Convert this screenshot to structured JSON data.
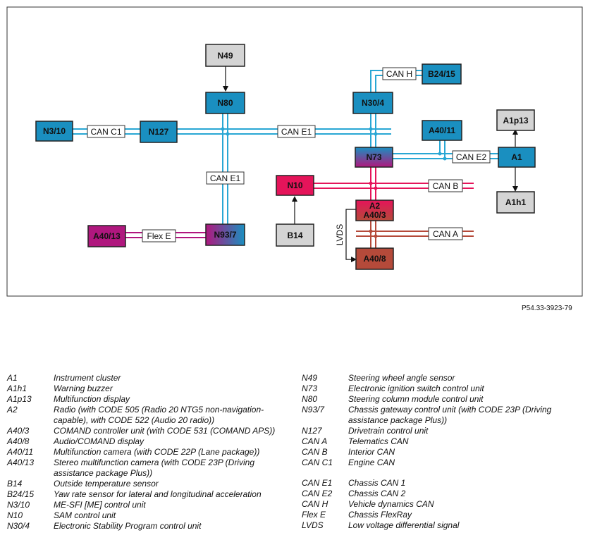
{
  "nodes": {
    "n49": "N49",
    "n80": "N80",
    "n3_10": "N3/10",
    "n127": "N127",
    "n93_7": "N93/7",
    "a40_13": "A40/13",
    "b14": "B14",
    "n10": "N10",
    "n30_4": "N30/4",
    "b24_15": "B24/15",
    "a40_11": "A40/11",
    "n73": "N73",
    "a1": "A1",
    "a1p13": "A1p13",
    "a1h1": "A1h1",
    "a2_line1": "A2",
    "a2_line2": "A40/3",
    "a40_8": "A40/8"
  },
  "buses": {
    "can_c1": "CAN C1",
    "can_e1_h": "CAN E1",
    "can_e1_v": "CAN E1",
    "flex_e": "Flex E",
    "can_h": "CAN H",
    "can_e2": "CAN E2",
    "can_b": "CAN B",
    "can_a": "CAN A",
    "lvds": "LVDS"
  },
  "colors": {
    "can_line": "#29a7d4",
    "node_blue": "#1a8fc0",
    "node_gray": "#d4d4d4",
    "node_red": "#e5145a",
    "node_magenta": "#b0177e",
    "node_brown": "#b54a3a",
    "flex_line": "#b0177e",
    "can_b_line": "#e5145a",
    "can_a_line": "#b54a3a"
  },
  "reference": "P54.33-3923-79",
  "legend_left": [
    {
      "code": "A1",
      "desc": "Instrument cluster"
    },
    {
      "code": "A1h1",
      "desc": "Warning buzzer"
    },
    {
      "code": "A1p13",
      "desc": "Multifunction display"
    },
    {
      "code": "A2",
      "desc": "Radio (with CODE 505 (Radio 20 NTG5 non-navigation-capable), with CODE 522 (Audio 20 radio))"
    },
    {
      "code": "A40/3",
      "desc": "COMAND controller unit (with CODE 531 (COMAND APS))"
    },
    {
      "code": "A40/8",
      "desc": "Audio/COMAND display"
    },
    {
      "code": "A40/11",
      "desc": "Multifunction camera (with CODE 22P (Lane package))"
    },
    {
      "code": "A40/13",
      "desc": "Stereo multifunction camera (with CODE 23P (Driving assistance package Plus))"
    },
    {
      "code": "B14",
      "desc": "Outside temperature sensor"
    },
    {
      "code": "B24/15",
      "desc": "Yaw rate sensor for lateral and longitudinal acceleration"
    },
    {
      "code": "N3/10",
      "desc": "ME-SFI [ME] control unit"
    },
    {
      "code": "N10",
      "desc": "SAM control unit"
    },
    {
      "code": "N30/4",
      "desc": "Electronic Stability Program control unit"
    }
  ],
  "legend_right": [
    {
      "code": "N49",
      "desc": "Steering wheel angle sensor"
    },
    {
      "code": "N73",
      "desc": "Electronic ignition switch control unit"
    },
    {
      "code": "N80",
      "desc": "Steering column module control unit"
    },
    {
      "code": "N93/7",
      "desc": "Chassis gateway control unit (with CODE 23P (Driving assistance package Plus))"
    },
    {
      "code": "N127",
      "desc": "Drivetrain control unit"
    },
    {
      "code": "CAN A",
      "desc": "Telematics CAN"
    },
    {
      "code": "CAN B",
      "desc": "Interior CAN"
    },
    {
      "code": "CAN C1",
      "desc": "Engine CAN"
    },
    {
      "code": "",
      "desc": ""
    },
    {
      "code": "CAN E1",
      "desc": "Chassis CAN 1"
    },
    {
      "code": "CAN E2",
      "desc": "Chassis CAN 2"
    },
    {
      "code": "CAN H",
      "desc": "Vehicle dynamics CAN"
    },
    {
      "code": "Flex E",
      "desc": "Chassis FlexRay"
    },
    {
      "code": "LVDS",
      "desc": "Low voltage differential signal"
    }
  ]
}
